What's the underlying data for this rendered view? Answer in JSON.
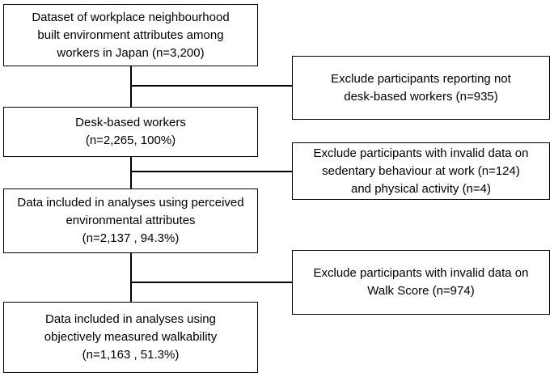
{
  "flowchart": {
    "main_boxes": [
      {
        "id": "dataset",
        "text": "Dataset of workplace neighbourhood\nbuilt environment attributes among\nworkers in Japan (n=3,200)"
      },
      {
        "id": "desk",
        "text": "Desk-based workers\n(n=2,265, 100%)"
      },
      {
        "id": "perceived",
        "text": "Data included in analyses using perceived\nenvironmental attributes\n(n=2,137 , 94.3%)"
      },
      {
        "id": "objective",
        "text": "Data included in analyses using\nobjectively measured walkability\n(n=1,163 , 51.3%)"
      }
    ],
    "exclusion_boxes": [
      {
        "id": "excl1",
        "text": "Exclude participants reporting not\ndesk-based workers (n=935)"
      },
      {
        "id": "excl2",
        "text": "Exclude participants with invalid data on\nsedentary behaviour at work (n=124)\nand physical activity (n=4)"
      },
      {
        "id": "excl3",
        "text": "Exclude participants with invalid data on\nWalk Score (n=974)"
      }
    ]
  }
}
